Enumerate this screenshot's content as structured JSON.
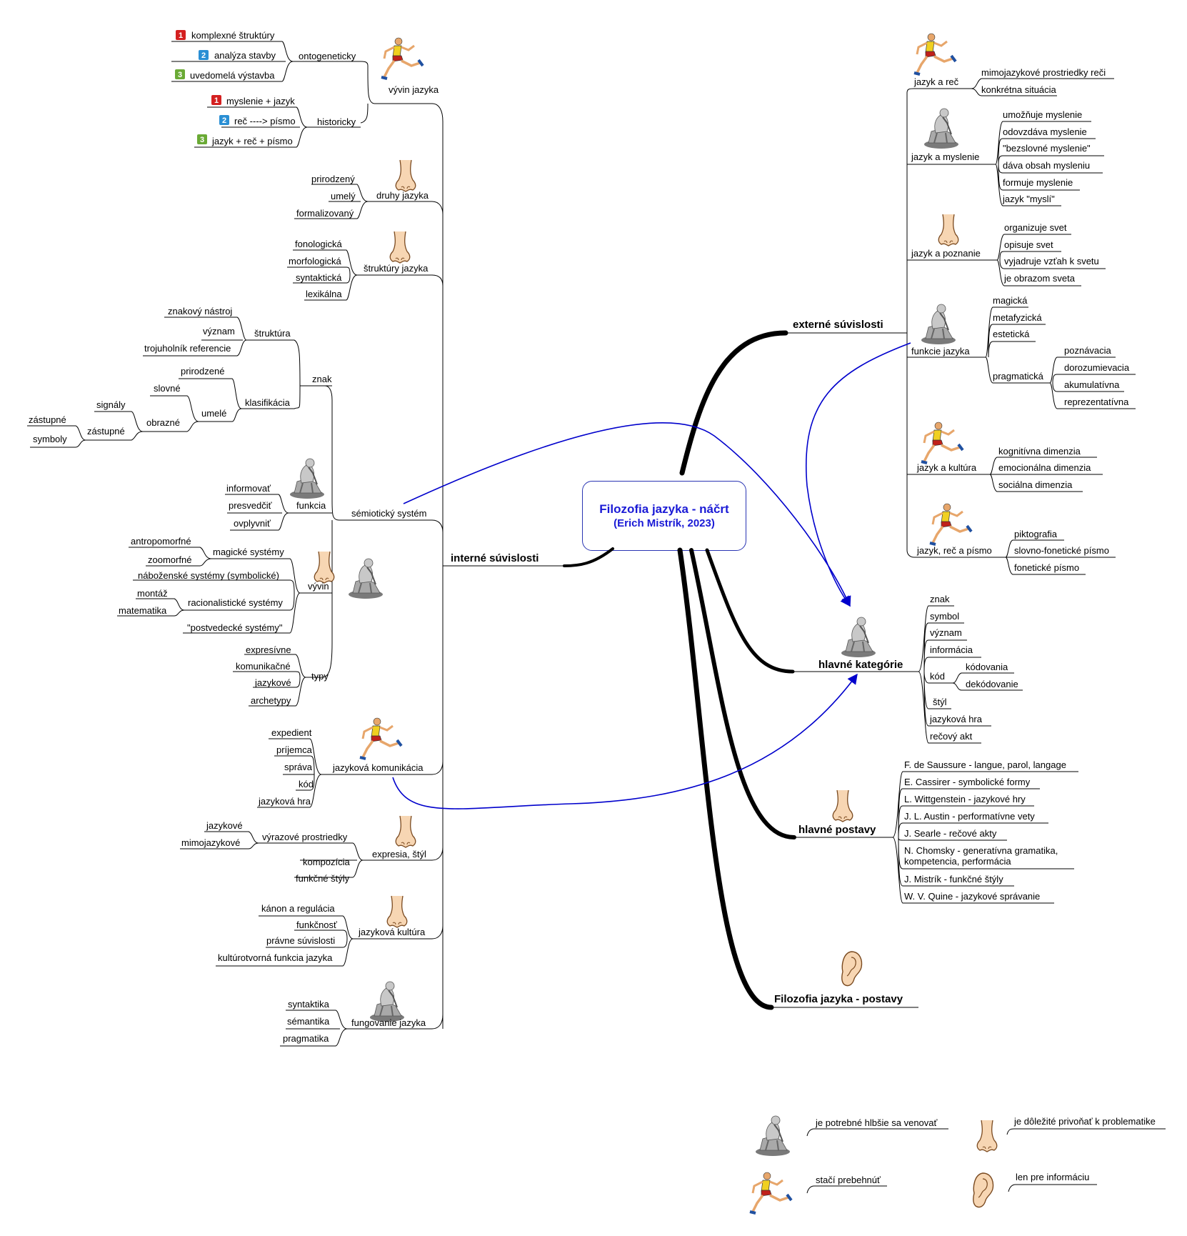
{
  "center": {
    "title": "Filozofia jazyka - náčrt",
    "subtitle": "(Erich Mistrík, 2023)"
  },
  "colors": {
    "relation_arrow": "#0000cc",
    "center_text": "#1a1ad6",
    "priority_1": "#d42020",
    "priority_2": "#2a8fd4",
    "priority_3": "#6aaa35"
  },
  "icons": {
    "thinker": "thinker-icon",
    "nose": "nose-icon",
    "runner": "runner-icon",
    "ear": "ear-icon"
  },
  "branches": {
    "interne": "interné súvislosti",
    "externe": "externé súvislosti",
    "kategorie": "hlavné kategórie",
    "postavy": "hlavné  postavy",
    "fil_postavy": "Filozofia jazyka - postavy"
  },
  "interne": {
    "vyvin": {
      "label": "vývin jazyka",
      "ontogeneticky": {
        "label": "ontogeneticky",
        "items": [
          {
            "n": "1",
            "text": "komplexné štruktúry"
          },
          {
            "n": "2",
            "text": "analýza stavby"
          },
          {
            "n": "3",
            "text": "uvedomelá výstavba"
          }
        ]
      },
      "historicky": {
        "label": "historicky",
        "items": [
          {
            "n": "1",
            "text": "myslenie + jazyk"
          },
          {
            "n": "2",
            "text": "reč ----> písmo"
          },
          {
            "n": "3",
            "text": "jazyk + reč + písmo"
          }
        ]
      }
    },
    "druhy": {
      "label": "druhy jazyka",
      "items": [
        "prirodzený",
        "umelý",
        "formalizovaný"
      ]
    },
    "struktury": {
      "label": "štruktúry jazyka",
      "items": [
        "fonologická",
        "morfologická",
        "syntaktická",
        "lexikálna"
      ]
    },
    "semioticky": {
      "label": "sémiotický systém",
      "znak": {
        "label": "znak",
        "struktura": {
          "label": "štruktúra",
          "items": [
            "znakový nástroj",
            "význam",
            "trojuholník referencie"
          ]
        },
        "klasifikacia": {
          "label": "klasifikácia",
          "prirodzene": "prirodzené",
          "umele": "umelé",
          "slovne": "slovné",
          "obrazne": "obrazné",
          "signaly": "signály",
          "zastupne": "zástupné",
          "zastupne2": "zástupné",
          "symboly": "symboly"
        }
      },
      "funkcia": {
        "label": "funkcia",
        "items": [
          "informovať",
          "presvedčiť",
          "ovplyvniť"
        ]
      },
      "vyvin": {
        "label": "vývin",
        "magicke": {
          "label": "magické systémy",
          "items": [
            "antropomorfné",
            "zoomorfné"
          ]
        },
        "nabozenske": "náboženské systémy (symbolické)",
        "racionalisticke": {
          "label": "racionalistické systémy",
          "items": [
            "montáž",
            "matematika"
          ]
        },
        "postvedecke": "\"postvedecké systémy\""
      },
      "typy": {
        "label": "typy",
        "items": [
          "expresívne",
          "komunikačné",
          "jazykové",
          "archetypy"
        ]
      }
    },
    "komunikacia": {
      "label": "jazyková komunikácia",
      "items": [
        "expedient",
        "príjemca",
        "správa",
        "kód",
        "jazyková hra"
      ]
    },
    "expresia": {
      "label": "expresia, štýl",
      "vyrazove": {
        "label": "výrazové prostriedky",
        "items": [
          "jazykové",
          "mimojazykové"
        ]
      },
      "items": [
        "kompozícia",
        "funkčné štýly"
      ]
    },
    "kultura": {
      "label": "jazyková kultúra",
      "items": [
        "kánon a regulácia",
        "funkčnosť",
        "právne súvislosti",
        "kultúrotvorná funkcia jazyka"
      ]
    },
    "fungovanie": {
      "label": "fungovanie jazyka",
      "items": [
        "syntaktika",
        "sémantika",
        "pragmatika"
      ]
    }
  },
  "externe": {
    "jazyk_rec": {
      "label": "jazyk a reč",
      "items": [
        "mimojazykové prostriedky reči",
        "konkrétna situácia"
      ]
    },
    "jazyk_myslenie": {
      "label": "jazyk a myslenie",
      "items": [
        "umožňuje myslenie",
        "odovzdáva myslenie",
        "\"bezslovné myslenie\"",
        "dáva obsah mysleniu",
        "formuje myslenie",
        "jazyk \"myslí\""
      ]
    },
    "jazyk_poznanie": {
      "label": "jazyk a poznanie",
      "items": [
        "organizuje svet",
        "opisuje svet",
        "vyjadruje vzťah k svetu",
        "je obrazom sveta"
      ]
    },
    "funkcie": {
      "label": "funkcie jazyka",
      "items": [
        "magická",
        "metafyzická",
        "estetická"
      ],
      "pragmaticka": {
        "label": "pragmatická",
        "items": [
          "poznávacia",
          "dorozumievacia",
          "akumulatívna",
          "reprezentatívna"
        ]
      }
    },
    "jazyk_kultura": {
      "label": "jazyk a kultúra",
      "items": [
        "kognitívna dimenzia",
        "emocionálna dimenzia",
        "sociálna dimenzia"
      ]
    },
    "jazyk_pismo": {
      "label": "jazyk, reč a písmo",
      "items": [
        "piktografia",
        "slovno-fonetické písmo",
        "fonetické písmo"
      ]
    }
  },
  "kategorie": {
    "items_top": [
      "znak",
      "symbol",
      "význam",
      "informácia"
    ],
    "kod": {
      "label": "kód",
      "items": [
        "kódovania",
        "dekódovanie"
      ]
    },
    "items_bottom": [
      "štýl",
      "jazyková hra",
      "rečový akt"
    ]
  },
  "postavy": {
    "items": [
      "F. de Saussure - langue, parol, langage",
      "E. Cassirer - symbolické formy",
      "L. Wittgenstein - jazykové hry",
      "J. L. Austin - performatívne vety",
      "J. Searle - rečové akty",
      "N. Chomsky - generatívna gramatika,",
      "kompetencia, performácia",
      "J. Mistrík - funkčné štýly",
      "W. V. Quine - jazykové správanie"
    ]
  },
  "legend": {
    "thinker": "je potrebné hlbšie sa venovať",
    "nose": "je dôležité privoňať k problematike",
    "runner": "stačí prebehnúť",
    "ear": "len pre informáciu"
  }
}
